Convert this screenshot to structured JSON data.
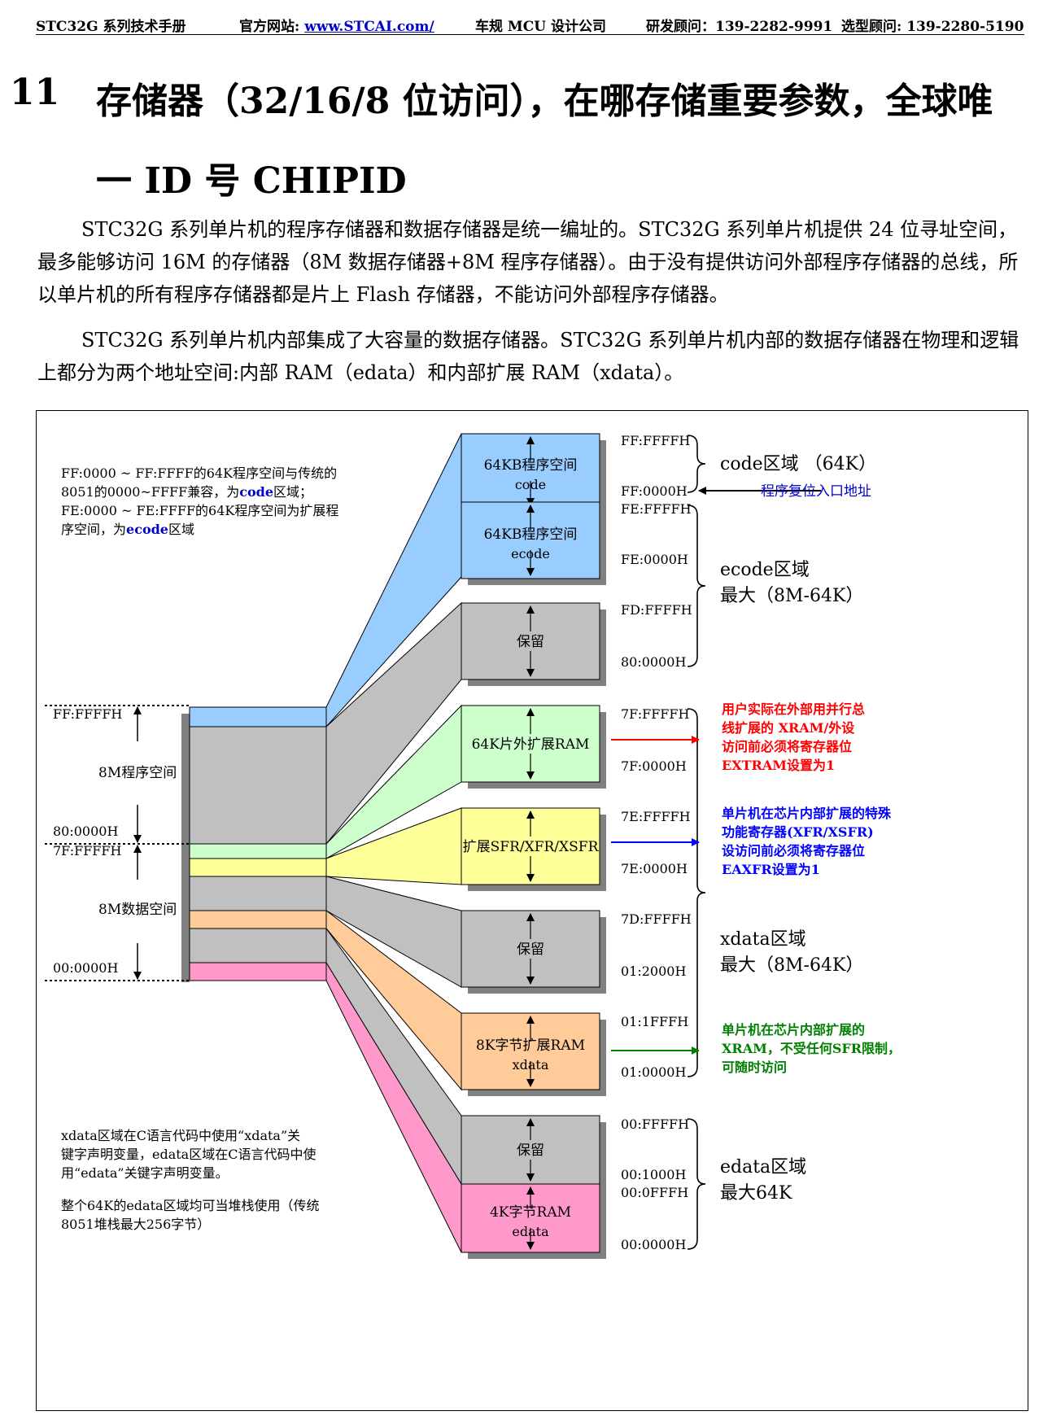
{
  "header": {
    "manual": "STC32G 系列技术手册",
    "site_label": "官方网站:",
    "site_url": "www.STCAI.com/",
    "company": "车规 MCU 设计公司",
    "rd_contact": "研发顾问：139-2282-9991",
    "sel_contact": "选型顾问: 139-2280-5190"
  },
  "section": {
    "number": "11",
    "title_line1": "存储器（32/16/8  位访问），在哪存储重要参数，全球唯",
    "title_line2": "一 ID 号 CHIPID"
  },
  "paragraphs": [
    "STC32G 系列单片机的程序存储器和数据存储器是统一编址的。STC32G 系列单片机提供 24 位寻址空间，最多能够访问 16M 的存储器（8M 数据存储器+8M 程序存储器）。由于没有提供访问外部程序存储器的总线，所以单片机的所有程序存储器都是片上 Flash 存储器，不能访问外部程序存储器。",
    "STC32G  系列单片机内部集成了大容量的数据存储器。STC32G  系列单片机内部的数据存储器在物理和逻辑上都分为两个地址空间:内部 RAM（edata）和内部扩展 RAM（xdata）。"
  ],
  "diagram": {
    "note_top": [
      "FF:0000 ~ FF:FFFF的64K程序空间与传统的",
      "8051的0000~FFFF兼容，为",
      "code",
      "区域；",
      "FE:0000 ~ FE:FFFF的64K程序空间为扩展程",
      "序空间，为",
      "ecode",
      "区域"
    ],
    "note_bottom": [
      "xdata区域在C语言代码中使用“xdata”关",
      "键字声明变量，edata区域在C语言代码中使",
      "用“edata”关键字声明变量。",
      "整个64K的edata区域均可当堆栈使用（传统",
      "8051堆栈最大256字节）"
    ],
    "left_labels": {
      "ff": "FF:FFFFH",
      "prog": "8M程序空间",
      "b80": "80:0000H",
      "f7": "7F:FFFFH",
      "data": "8M数据空间",
      "b00": "00:0000H"
    },
    "blocks": [
      {
        "l1": "64KB程序空间",
        "l2": "code",
        "color": "#99ccff"
      },
      {
        "l1": "64KB程序空间",
        "l2": "ecode",
        "color": "#99ccff"
      },
      {
        "l1": "保留",
        "l2": "",
        "color": "#c0c0c0"
      },
      {
        "l1": "64K片外扩展RAM",
        "l2": "",
        "color": "#ccffcc"
      },
      {
        "l1": "扩展SFR/XFR/XSFR",
        "l2": "",
        "color": "#ffff99"
      },
      {
        "l1": "保留",
        "l2": "",
        "color": "#c0c0c0"
      },
      {
        "l1": "8K字节扩展RAM",
        "l2": "xdata",
        "color": "#ffcc99"
      },
      {
        "l1": "保留",
        "l2": "",
        "color": "#c0c0c0"
      },
      {
        "l1": "4K字节RAM",
        "l2": "edata",
        "color": "#ff99cc"
      }
    ],
    "addresses": [
      "FF:FFFFH",
      "FF:0000H",
      "FE:FFFFH",
      "FE:0000H",
      "FD:FFFFH",
      "80:0000H",
      "7F:FFFFH",
      "7F:0000H",
      "7E:FFFFH",
      "7E:0000H",
      "7D:FFFFH",
      "01:2000H",
      "01:1FFFH",
      "01:0000H",
      "00:FFFFH",
      "00:1000H",
      "00:0FFFH",
      "00:0000H"
    ],
    "regions": {
      "code": "code区域 （64K）",
      "ecode1": "ecode区域",
      "ecode2": "最大（8M-64K）",
      "xdata1": "xdata区域",
      "xdata2": "最大（8M-64K）",
      "edata1": "edata区域",
      "edata2": "最大64K"
    },
    "reset_label": "程序复位入口地址",
    "red_note": [
      "用户实际在外部用并行总",
      "线扩展的 XRAM/外设",
      "访问前必须将寄存器位",
      "EXTRAM设置为1"
    ],
    "blue_note": [
      "单片机在芯片内部扩展的特殊",
      "功能寄存器(XFR/XSFR)",
      "设访问前必须将寄存器位",
      "EAXFR设置为1"
    ],
    "green_note": [
      "单片机在芯片内部扩展的",
      "XRAM，不受任何SFR限制，",
      "可随时访问"
    ],
    "colors": {
      "red": "#ff0000",
      "blue": "#0000ff",
      "green": "#008000",
      "code_blue": "#0000cc"
    }
  }
}
